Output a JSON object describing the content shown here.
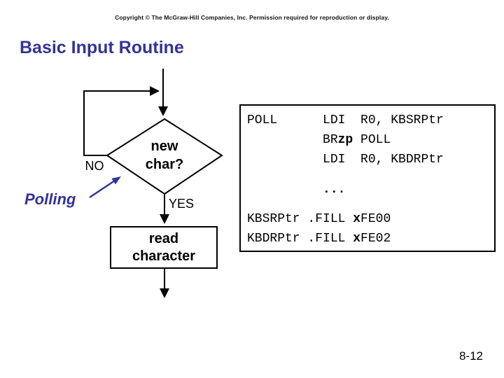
{
  "slide": {
    "copyright": "Copyright © The McGraw-Hill Companies, Inc. Permission required for reproduction or display.",
    "title": "Basic Input Routine",
    "page_number": "8-12",
    "accent_color": "#333399"
  },
  "flowchart": {
    "decision_line1": "new",
    "decision_line2": "char?",
    "no_label": "NO",
    "yes_label": "YES",
    "process_line1": "read",
    "process_line2": "character",
    "annotation": "Polling"
  },
  "code": {
    "lines": [
      {
        "t1": "POLL      LDI  R0, KBSRPtr"
      },
      {
        "t1": "          BR",
        "b": "zp",
        "t2": " POLL"
      },
      {
        "t1": "          LDI  R0, KBDRPtr"
      },
      {
        "t1": "          ",
        "b": "..."
      },
      {
        "t1": "KBSRPtr .FILL ",
        "b": "x",
        "t2": "FE00"
      },
      {
        "t1": "KBDRPtr .FILL ",
        "b": "x",
        "t2": "FE02"
      }
    ]
  }
}
